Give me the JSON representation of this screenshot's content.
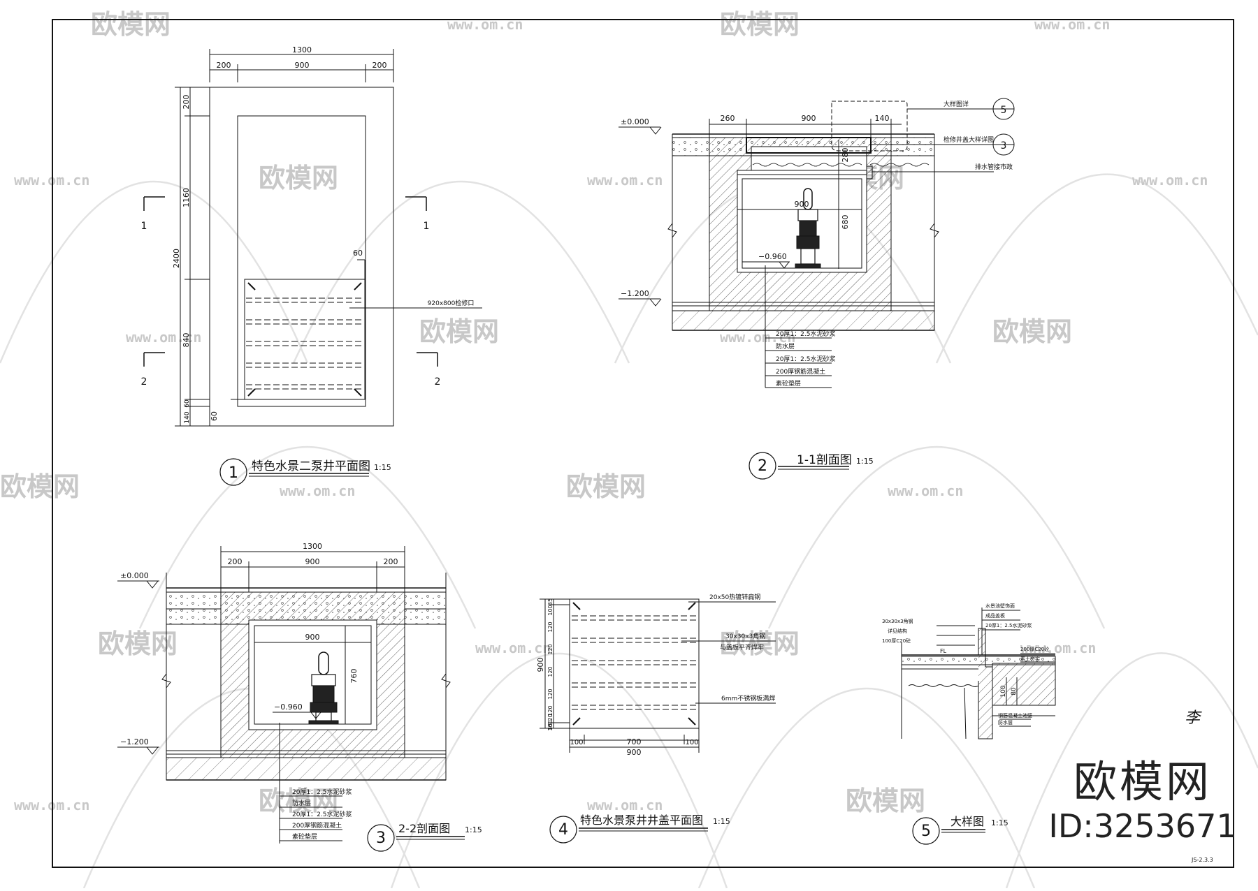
{
  "watermark": {
    "brand": "欧模网",
    "url": "www.om.cn"
  },
  "brand_logo": {
    "name": "欧模网",
    "id": "ID:3253671"
  },
  "drawing1": {
    "number": "1",
    "title": "特色水景二泵井平面图",
    "scale": "1:15",
    "dims_top": {
      "total": "1300",
      "left": "200",
      "mid": "900",
      "right": "200"
    },
    "dims_left": {
      "total": "2400",
      "a": "200",
      "b": "1160",
      "c": "840",
      "d": "60",
      "e": "140"
    },
    "dim_60a": "60",
    "dim_60b": "60",
    "section_marks": [
      "1",
      "1",
      "2",
      "2"
    ],
    "callout": "920x800检修口"
  },
  "drawing2": {
    "number": "2",
    "title": "1-1剖面图",
    "scale": "1:15",
    "elev_top": "±0.000",
    "elev_mid": "−0.960",
    "elev_bot": "−1.200",
    "dims_top": [
      "260",
      "900",
      "140"
    ],
    "dim_280": "280",
    "dim_680": "680",
    "dim_900": "900",
    "callouts": [
      "大样图详",
      "检修井盖大样详图",
      "排水管接市政"
    ],
    "ref_a": "5",
    "ref_b": "3",
    "layers": [
      "20厚1：2.5水泥砂浆",
      "防水层",
      "20厚1：2.5水泥砂浆",
      "200厚钢筋混凝土",
      "素砼垫层"
    ]
  },
  "drawing3": {
    "number": "3",
    "title": "2-2剖面图",
    "scale": "1:15",
    "elev_top": "±0.000",
    "elev_mid": "−0.960",
    "elev_bot": "−1.200",
    "dims_top": {
      "total": "1300",
      "left": "200",
      "mid": "900",
      "right": "200"
    },
    "dim_900": "900",
    "dim_760": "760",
    "layers": [
      "20厚1：2.5水泥砂浆",
      "防水层",
      "20厚1：2.5水泥砂浆",
      "200厚钢筋混凝土",
      "素砼垫层"
    ]
  },
  "drawing4": {
    "number": "4",
    "title": "特色水景泵井井盖平面图",
    "scale": "1:15",
    "dim_900": "900",
    "dims_left": [
      "35",
      "100",
      "120",
      "120",
      "120",
      "120",
      "120",
      "120",
      "100",
      "35"
    ],
    "dims_bottom": {
      "total": "900",
      "left": "100",
      "mid": "700",
      "right": "100"
    },
    "callouts": [
      "20x50热镀锌扁钢",
      "30x30x3角钢",
      "与盖板平齐焊牢",
      "6mm不锈钢板满焊"
    ]
  },
  "drawing5": {
    "number": "5",
    "title": "大样图",
    "scale": "1:15",
    "dim_100": "100",
    "dim_80": "80",
    "fl": "FL",
    "callouts": [
      "水景池壁饰面",
      "成品盖板",
      "20厚1：2.5水泥砂浆",
      "30x30x3角钢",
      "详见结构",
      "100厚C20砼",
      "200厚C20砼",
      "素土夯实",
      "钢筋混凝土池壁",
      "防水层"
    ]
  },
  "signature": "李",
  "sheet_no": "JS-2.3.3"
}
